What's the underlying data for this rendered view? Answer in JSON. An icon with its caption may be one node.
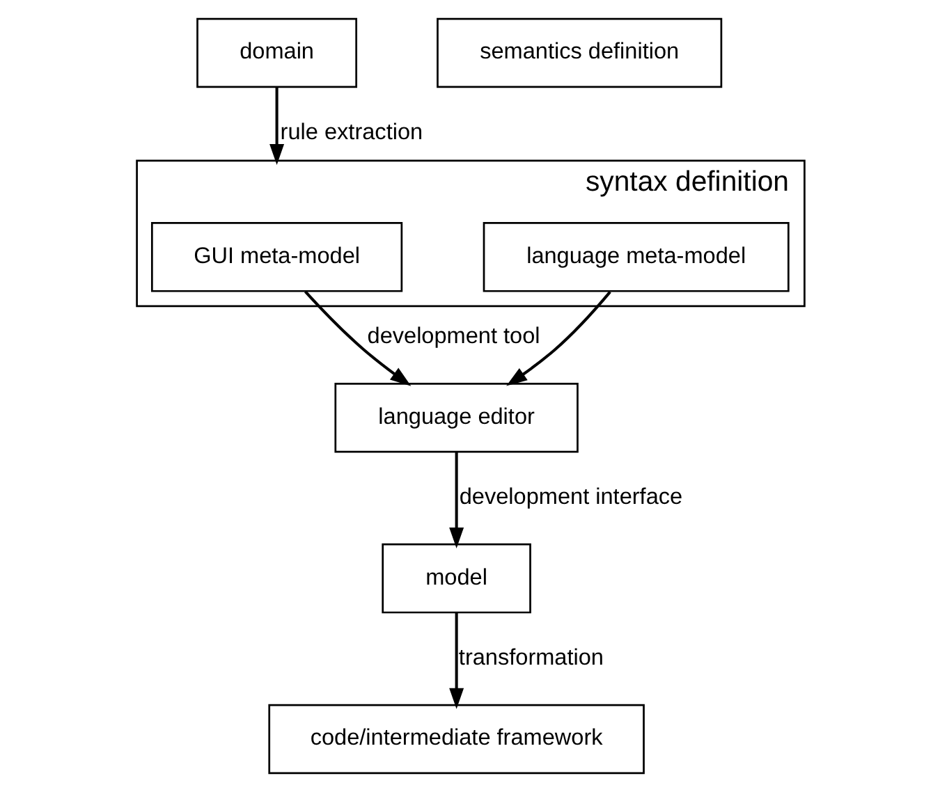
{
  "diagram": {
    "nodes": [
      {
        "text": [
          "domain"
        ]
      },
      {
        "text": [
          "syntax definition"
        ]
      },
      {
        "text": [
          "GUI meta-model"
        ],
        "in": 1
      },
      {
        "text": [
          "language meta-model"
        ],
        "in": 1
      },
      {
        "text": [
          "language editor"
        ]
      },
      {
        "text": [
          "semantics definition"
        ]
      },
      {
        "text": [
          "model"
        ]
      },
      {
        "text": [
          "code/intermediate framework"
        ]
      }
    ],
    "edges": [
      {
        "from": 0,
        "to": 1,
        "arrow": "to",
        "label": "rule extraction"
      },
      {
        "from": 2,
        "to": 4,
        "arrow": "to",
        "label": "development tool"
      },
      {
        "from": 3,
        "to": 4,
        "arrow": "to"
      },
      {
        "from": 4,
        "to": 6,
        "arrow": "to",
        "label": "development interface"
      },
      {
        "from": 6,
        "to": 7,
        "arrow": "to",
        "label": "transformation"
      }
    ]
  }
}
